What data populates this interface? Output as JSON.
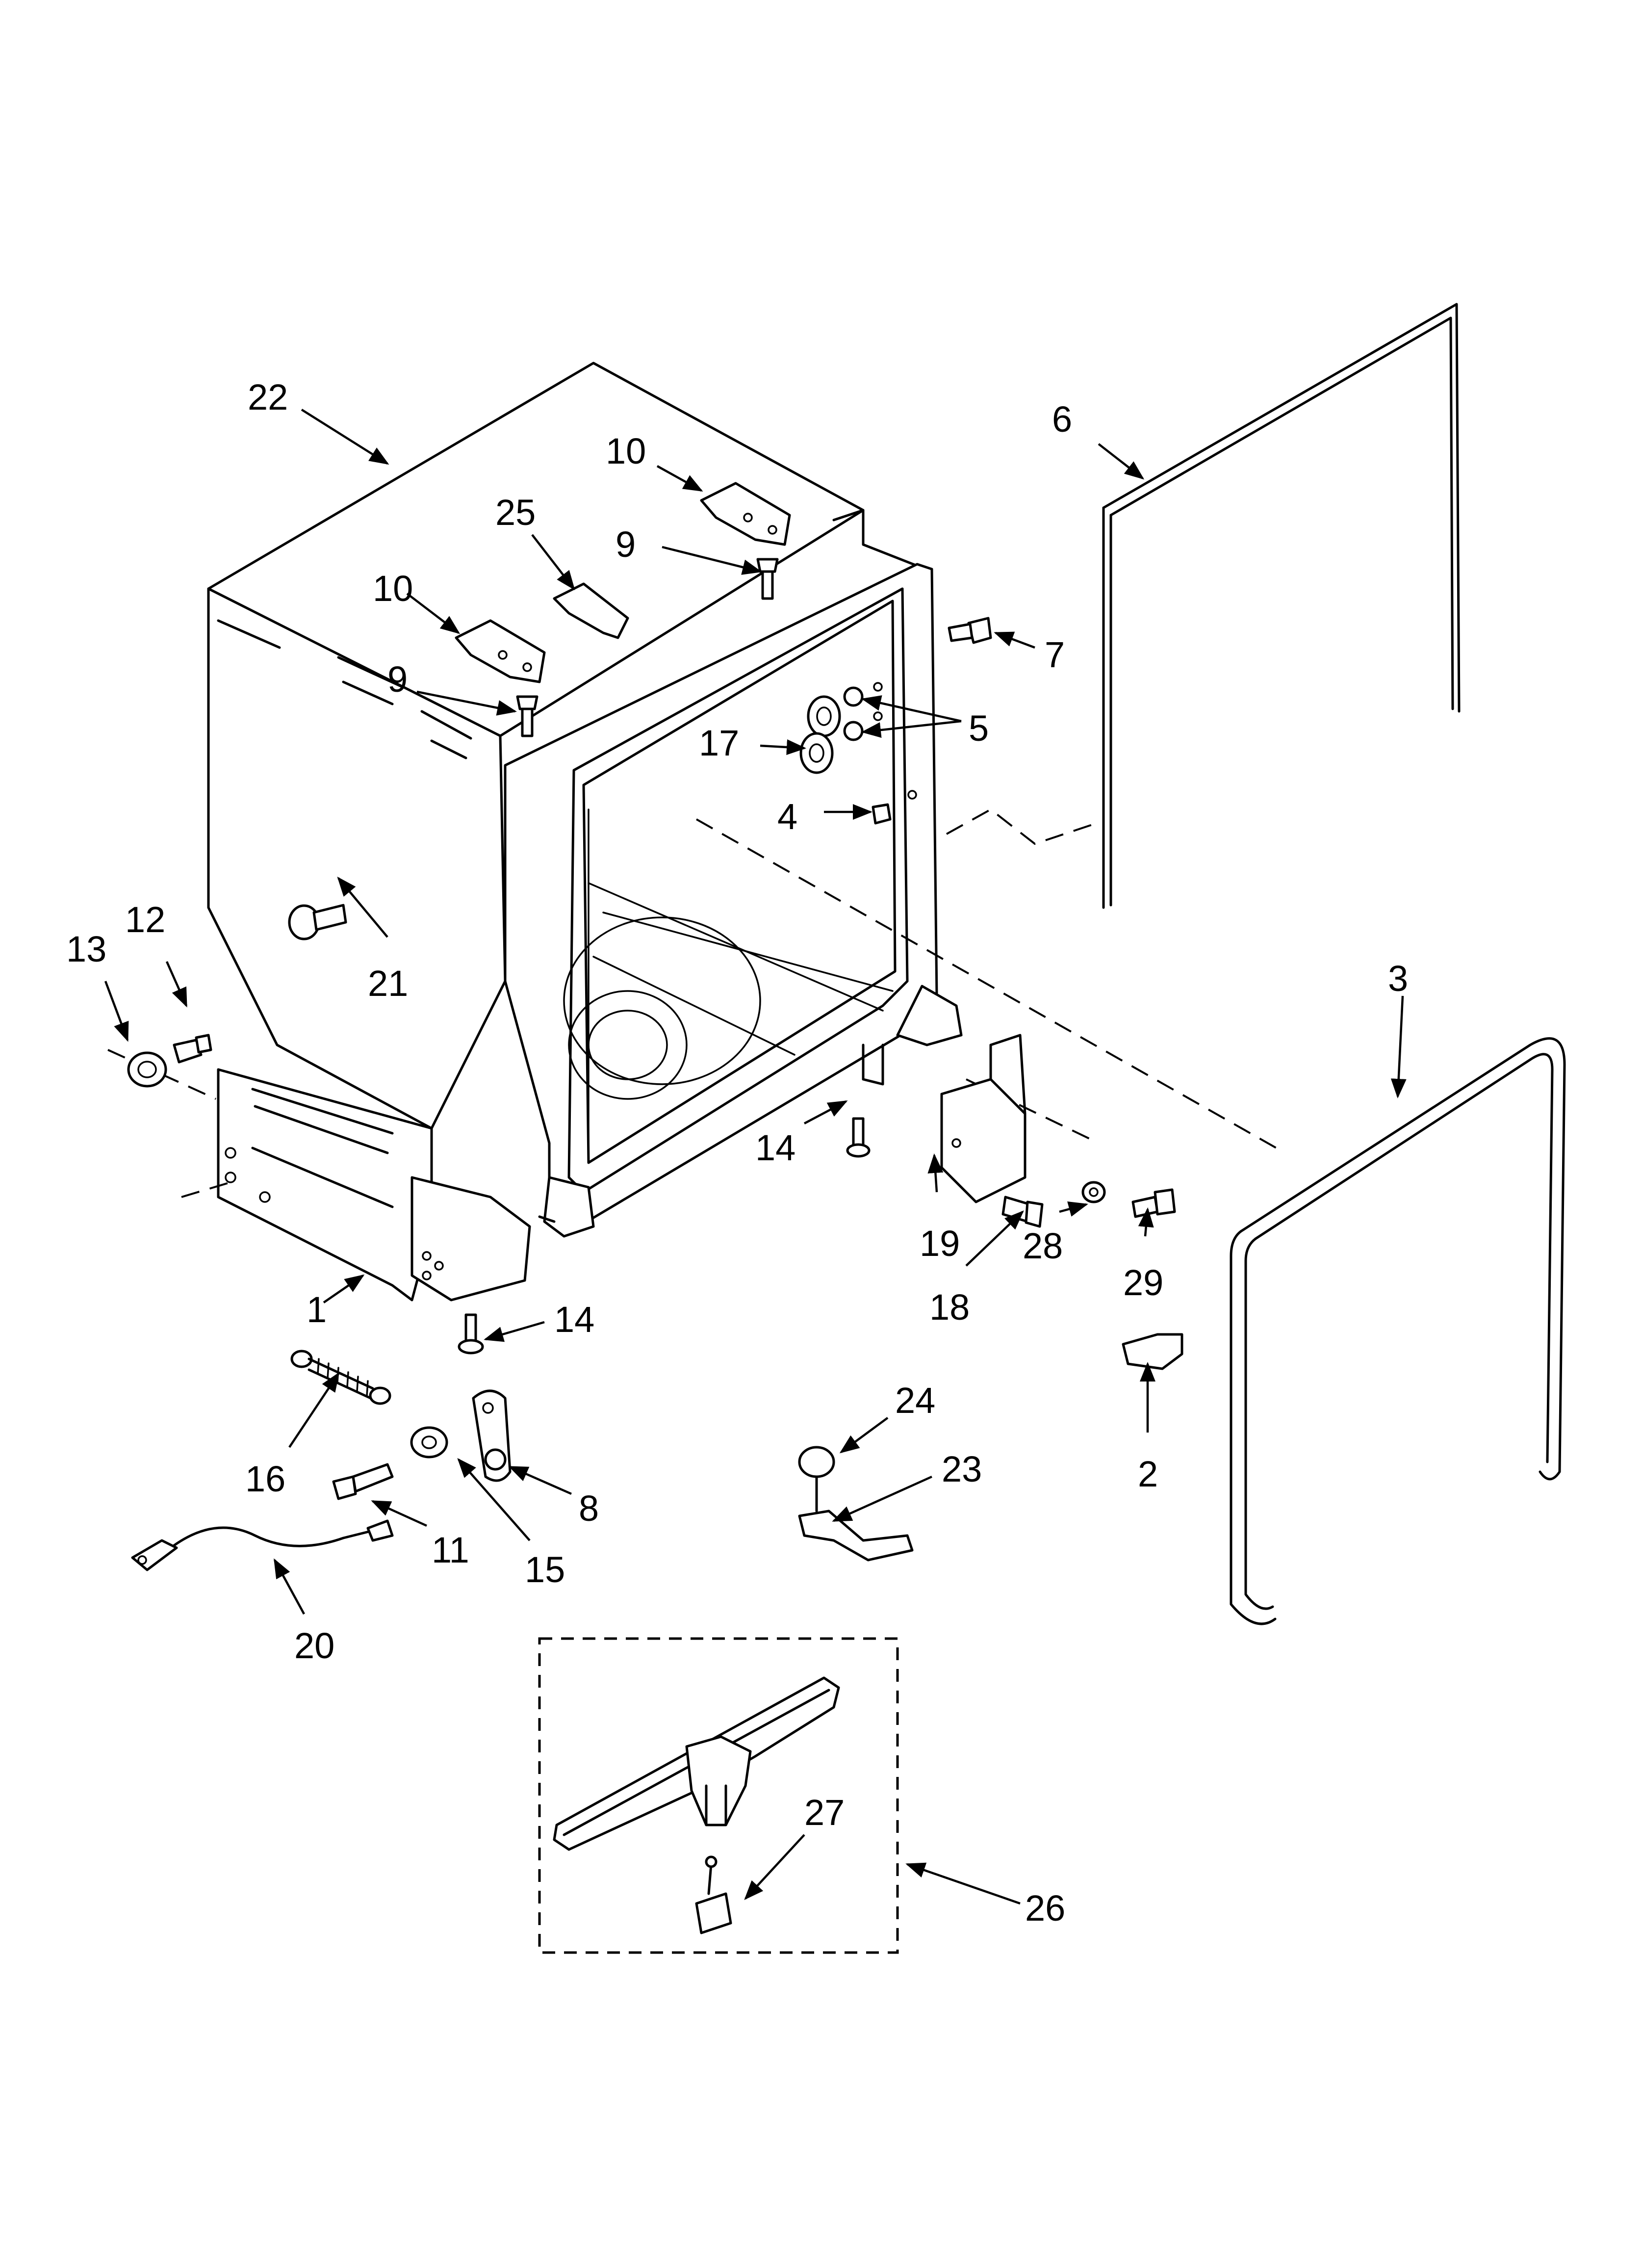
{
  "callouts": {
    "c1": "1",
    "c2": "2",
    "c3": "3",
    "c4": "4",
    "c5": "5",
    "c6": "6",
    "c7": "7",
    "c8": "8",
    "c9a": "9",
    "c9b": "9",
    "c10a": "10",
    "c10b": "10",
    "c11": "11",
    "c12": "12",
    "c13": "13",
    "c14a": "14",
    "c14b": "14",
    "c15": "15",
    "c16": "16",
    "c17": "17",
    "c18": "18",
    "c19": "19",
    "c20": "20",
    "c21": "21",
    "c22": "22",
    "c23": "23",
    "c24": "24",
    "c25": "25",
    "c26": "26",
    "c27": "27",
    "c28": "28",
    "c29": "29"
  },
  "colors": {
    "line": "#000000",
    "background": "#ffffff"
  }
}
